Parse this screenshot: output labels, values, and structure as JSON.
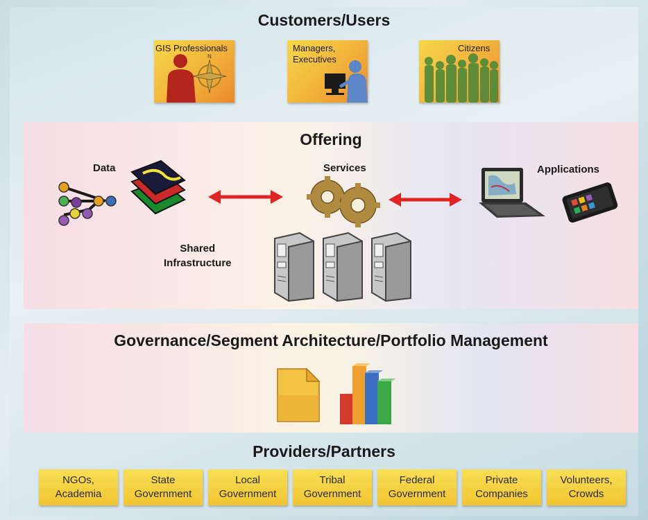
{
  "customers": {
    "title": "Customers/Users",
    "items": [
      {
        "label": "GIS Professionals"
      },
      {
        "label": "Managers,\nExecutives"
      },
      {
        "label": "Citizens"
      }
    ]
  },
  "offering": {
    "title": "Offering",
    "data_label": "Data",
    "services_label": "Services",
    "applications_label": "Applications",
    "shared_label": "Shared\nInfrastructure"
  },
  "governance": {
    "title": "Governance/Segment Architecture/Portfolio Management"
  },
  "providers": {
    "title": "Providers/Partners",
    "items": [
      {
        "label": "NGOs,\nAcademia"
      },
      {
        "label": "State\nGovernment"
      },
      {
        "label": "Local\nGovernment"
      },
      {
        "label": "Tribal\nGovernment"
      },
      {
        "label": "Federal\nGovernment"
      },
      {
        "label": "Private\nCompanies"
      },
      {
        "label": "Volunteers,\nCrowds"
      }
    ]
  },
  "colors": {
    "arrow": "#e02424",
    "card_gold": "#f2b23a",
    "provider_box": "#f8df55"
  },
  "icons": [
    "person-icon",
    "compass-icon",
    "computer-user-icon",
    "crowd-icon",
    "network-nodes-icon",
    "map-layers-icon",
    "double-arrow-icon",
    "gears-icon",
    "laptop-icon",
    "tablet-icon",
    "server-icon",
    "document-icon",
    "bar-chart-icon"
  ]
}
